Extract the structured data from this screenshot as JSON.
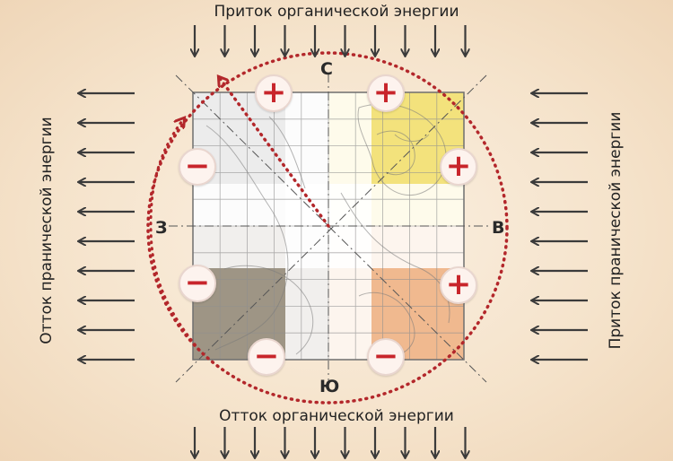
{
  "labels": {
    "top": "Приток органической энергии",
    "bottom": "Отток органической энергии",
    "left": "Отток пранической энергии",
    "right": "Приток пранической энергии"
  },
  "directions": {
    "north": "С",
    "south": "Ю",
    "west": "З",
    "east": "В"
  },
  "signs": {
    "plus": "+",
    "minus": "−"
  },
  "colors": {
    "arrows": "#3b3b3b",
    "circle": "#b3272b",
    "sign_color": "#c8252b",
    "quadrant_nw": "#ececec",
    "quadrant_ne": "#f3e27c",
    "quadrant_sw": "#9e9585",
    "quadrant_se": "#f0b98f",
    "center_cross": "#ffffff"
  }
}
